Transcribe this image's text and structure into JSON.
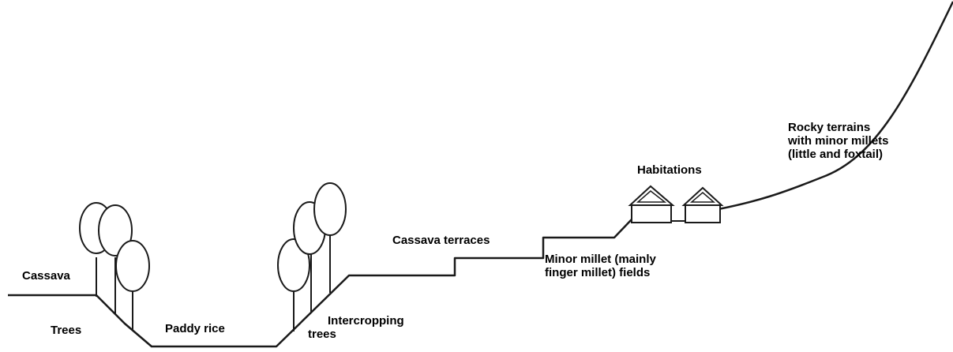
{
  "colors": {
    "line": "#1a1a1a",
    "background": "#ffffff",
    "text": "#000000"
  },
  "labels": {
    "cassava": "Cassava",
    "trees": "Trees",
    "paddy_rice": "Paddy rice",
    "intercropping_line1": "Intercropping",
    "intercropping_line2": "trees",
    "cassava_terraces": "Cassava terraces",
    "minor_millet_line1": "Minor millet (mainly",
    "minor_millet_line2": "finger millet) fields",
    "habitations": "Habitations",
    "rocky_line1": "Rocky terrains",
    "rocky_line2": "with minor millets",
    "rocky_line3": "(little and foxtail)"
  },
  "icons": [
    "tree-icon",
    "house-icon"
  ]
}
